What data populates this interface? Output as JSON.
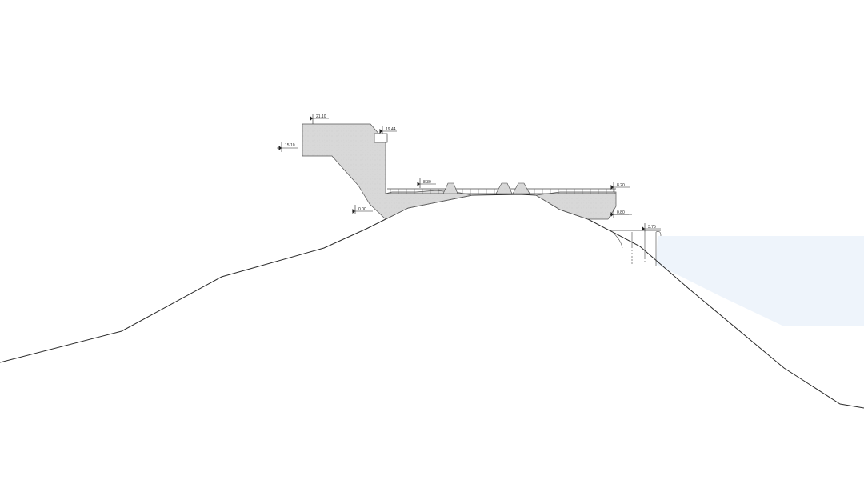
{
  "colors": {
    "background": "#ffffff",
    "water": "#eef4fb",
    "concrete": "#d6d6d6",
    "line": "#2a2a2a"
  },
  "levels": {
    "l1": "21.10",
    "l2": "19.44",
    "l3": "15.10",
    "l4": "8.30",
    "l5": "8.20",
    "l6": "0.00",
    "l7": "0.80",
    "l8": "3.75"
  }
}
